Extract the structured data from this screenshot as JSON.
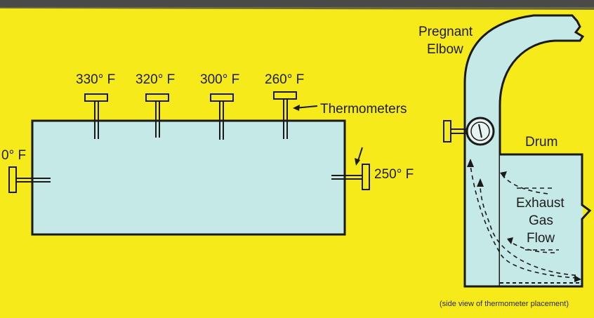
{
  "colors": {
    "background": "#f7ea1a",
    "vessel_fill": "#c4e9e7",
    "outline": "#1a1a1a",
    "top_strip": "#4a4a48"
  },
  "drum_diagram": {
    "thermometer_readings": [
      "330° F",
      "320° F",
      "300° F",
      "260° F"
    ],
    "left_reading": "0° F",
    "right_reading": "250° F",
    "thermometers_label": "Thermometers"
  },
  "side_view": {
    "elbow_label_line1": "Pregnant",
    "elbow_label_line2": "Elbow",
    "drum_label": "Drum",
    "flow_label_line1": "Exhaust",
    "flow_label_line2": "Gas",
    "flow_label_line3": "Flow",
    "caption": "(side view of thermometer placement)"
  },
  "icons": [
    "thermometer-icon",
    "dial-gauge-icon",
    "arrow-icon"
  ]
}
